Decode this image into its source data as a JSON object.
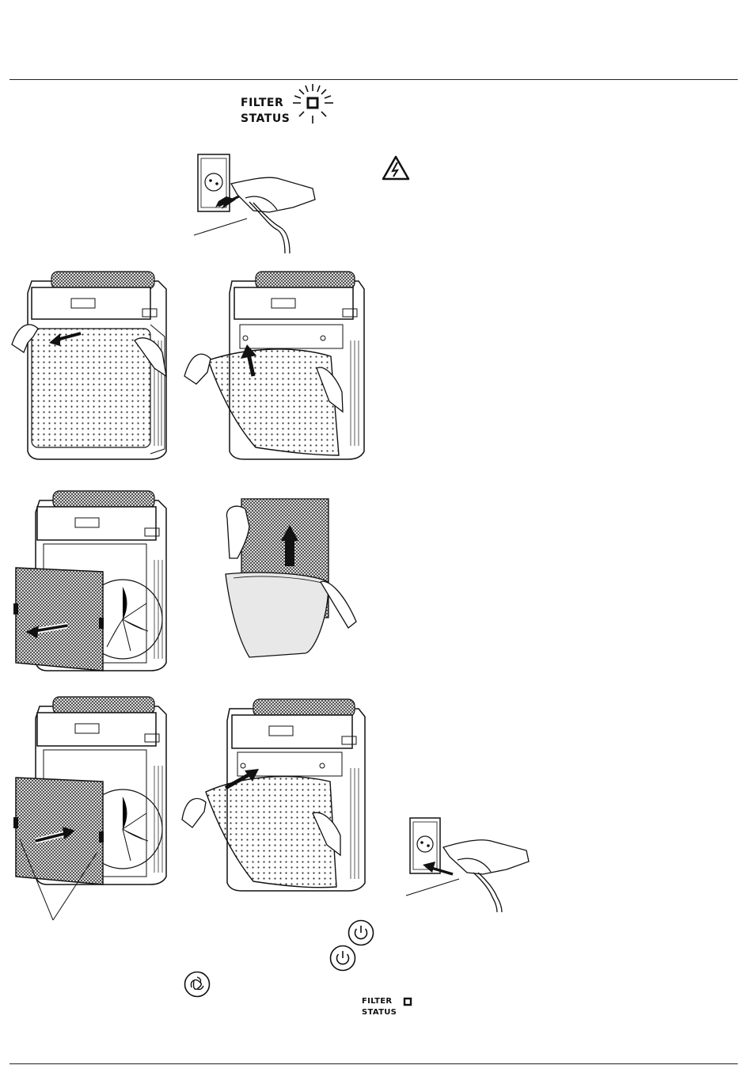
{
  "filter_status_indicator": {
    "line1": "FILTER",
    "line2": "STATUS"
  },
  "filter_status_small": {
    "line1": "FILTER",
    "line2": "STATUS"
  },
  "icons": {
    "warning": "electric-hazard-warning-icon",
    "power": "power-icon",
    "fan_mode": "fan-mode-icon",
    "filter_led": "filter-led-icon"
  },
  "colors": {
    "line": "#1a1a1a",
    "filter_mesh": "#3a3a3a",
    "arrow": "#111111"
  }
}
